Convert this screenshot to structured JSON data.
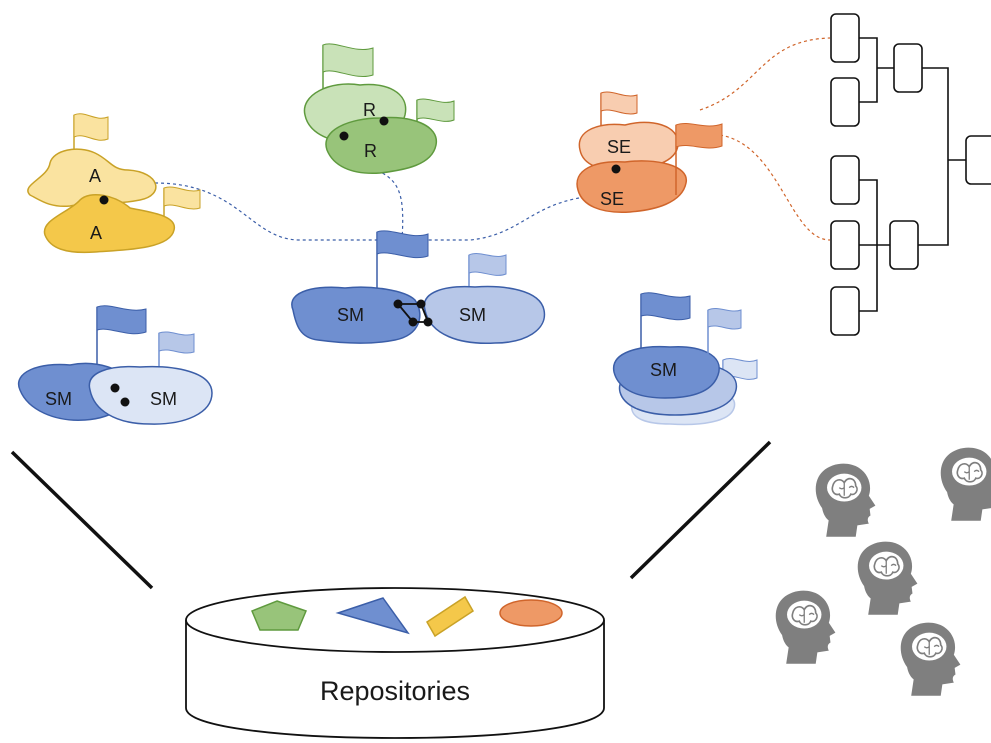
{
  "labels": {
    "a_top": "A",
    "a_bottom": "A",
    "r_top": "R",
    "r_bottom": "R",
    "se_top": "SE",
    "se_bottom": "SE",
    "sm_center_left": "SM",
    "sm_center_right": "SM",
    "sm_left_a": "SM",
    "sm_left_b": "SM",
    "sm_right": "SM"
  },
  "repository": {
    "label": "Repositories"
  },
  "colors": {
    "blue_dark": "#6f8fd0",
    "blue_light": "#b7c7e8",
    "blue_stroke": "#3b5ea8",
    "yellow_dark": "#f4c84a",
    "yellow_light": "#fae3a0",
    "yellow_stroke": "#c9a227",
    "green_dark": "#98c47a",
    "green_light": "#c9e2b8",
    "green_stroke": "#5f9a3e",
    "orange_dark": "#ee9966",
    "orange_light": "#f8cdb0",
    "orange_stroke": "#d0652b",
    "brain_gray": "#7f7f7f"
  },
  "icons": [
    "flag-icon",
    "brain-head-icon",
    "pentagon-icon",
    "triangle-icon",
    "parallelogram-icon",
    "ellipse-icon"
  ]
}
